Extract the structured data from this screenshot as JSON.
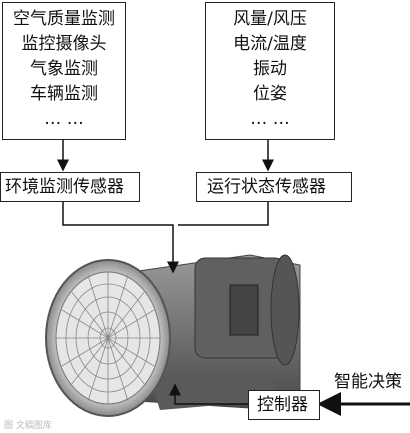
{
  "env_inputs": [
    "空气质量监测",
    "监控摄像头",
    "气象监测",
    "车辆监测",
    "… …"
  ],
  "run_inputs": [
    "风量/风压",
    "电流/温度",
    "振动",
    "位姿",
    "… …"
  ],
  "env_sensor": "环境监测传感器",
  "run_sensor": "运行状态传感器",
  "controller": "控制器",
  "decision": "智能决策",
  "watermark": "图 文稿图库"
}
